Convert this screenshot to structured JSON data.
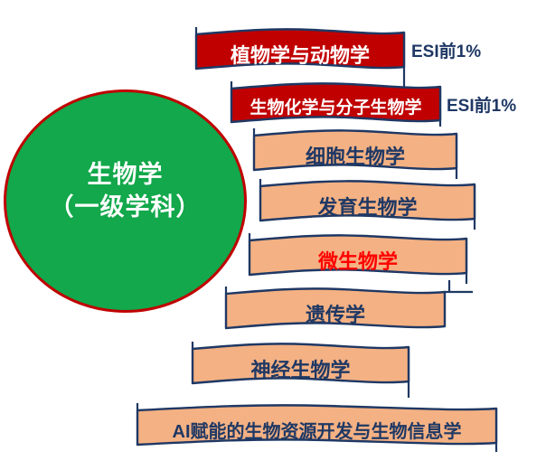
{
  "diagram": {
    "title_shape": {
      "text_line1": "生物学",
      "text_line2": "（一级学科）",
      "fill_color": "#12A84B",
      "border_color": "#C00000",
      "text_color": "#FFFFFF"
    },
    "banners": [
      {
        "label": "植物学与动物学",
        "fill_color": "#C00000",
        "text_color": "#FFFFFF",
        "badge": "ESI前1%"
      },
      {
        "label": "生物化学与分子生物学",
        "fill_color": "#C00000",
        "text_color": "#FFFFFF",
        "badge": "ESI前1%"
      },
      {
        "label": "细胞生物学",
        "fill_color": "#F4B183",
        "text_color": "#1F3864",
        "badge": ""
      },
      {
        "label": "发育生物学",
        "fill_color": "#F4B183",
        "text_color": "#1F3864",
        "badge": ""
      },
      {
        "label": "微生物学",
        "fill_color": "#F4B183",
        "text_color": "#FF0000",
        "badge": ""
      },
      {
        "label": "遗传学",
        "fill_color": "#F4B183",
        "text_color": "#1F3864",
        "badge": ""
      },
      {
        "label": "神经生物学",
        "fill_color": "#F4B183",
        "text_color": "#1F3864",
        "badge": ""
      },
      {
        "label": "AI赋能的生物资源开发与生物信息学",
        "fill_color": "#F4B183",
        "text_color": "#1F3864",
        "badge": ""
      }
    ],
    "colors": {
      "banner_outline": "#1F3864",
      "peach": "#F4B183",
      "red": "#C00000",
      "green": "#12A84B",
      "navy_text": "#1F3864"
    }
  }
}
